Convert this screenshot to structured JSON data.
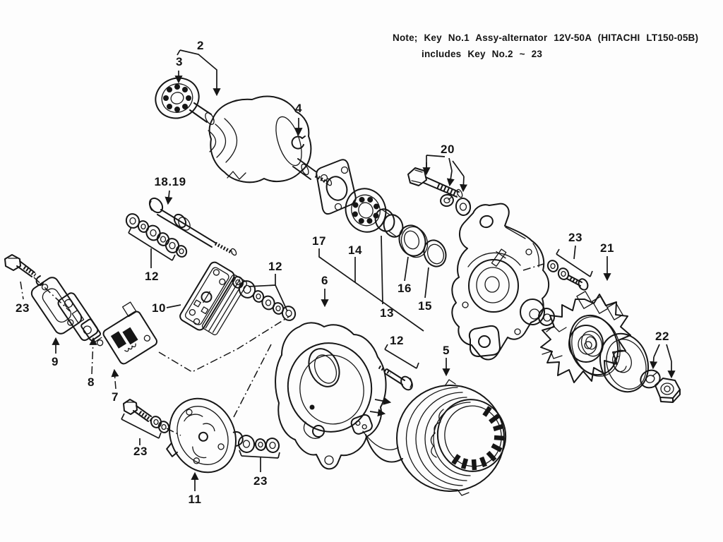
{
  "figure": {
    "note_line1": "Note; Key No.1 Assy-alternator 12V-50A (HITACHI LT150-05B)",
    "note_line2": "includes Key No.2 ~ 23"
  },
  "callouts": {
    "c2": "2",
    "c3": "3",
    "c4": "4",
    "c18_19": "18.19",
    "c12a": "12",
    "c10": "10",
    "c12b": "12",
    "c23a": "23",
    "c9": "9",
    "c8": "8",
    "c7": "7",
    "c23b": "23",
    "c11": "11",
    "c23c": "23",
    "c6": "6",
    "c17": "17",
    "c14": "14",
    "c13": "13",
    "c16": "16",
    "c15": "15",
    "c12c": "12",
    "c5": "5",
    "c20": "20",
    "c23d": "23",
    "c21": "21",
    "c22": "22"
  },
  "colors": {
    "ink": "#161616",
    "paper": "#fdfdfd"
  }
}
